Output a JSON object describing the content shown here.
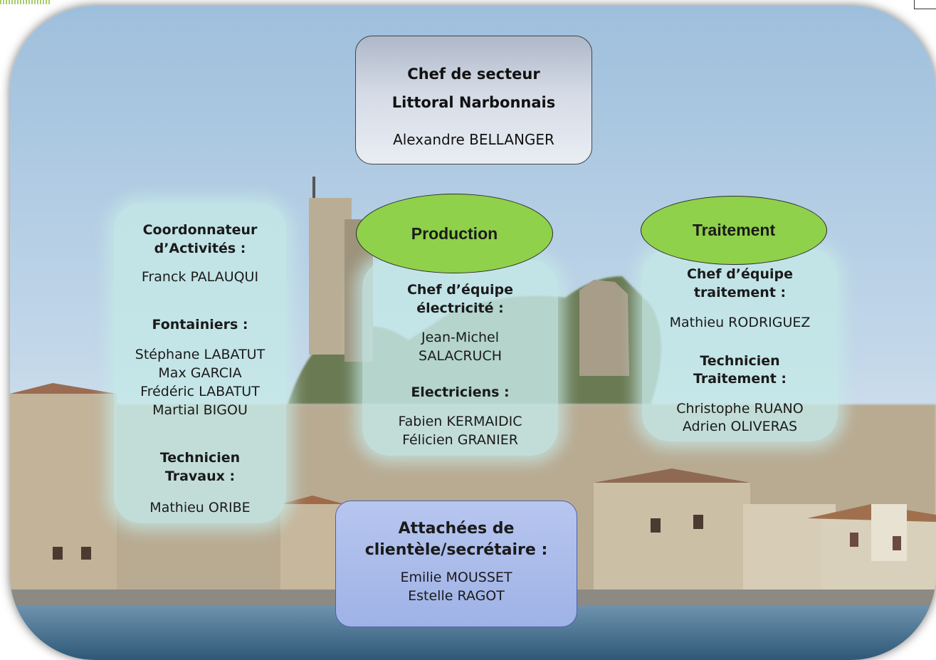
{
  "chef": {
    "line1": "Chef de secteur",
    "line2": "Littoral Narbonnais",
    "name": "Alexandre BELLANGER"
  },
  "left": {
    "coord_title_1": "Coordonnateur",
    "coord_title_2": "d’Activités :",
    "coord_name": "Franck PALAUQUI",
    "fontainiers_title": "Fontainiers :",
    "fontainiers": [
      "Stéphane LABATUT",
      "Max GARCIA",
      "Frédéric LABATUT",
      "Martial BIGOU"
    ],
    "tech_title_1": "Technicien",
    "tech_title_2": "Travaux :",
    "tech_name": "Mathieu ORIBE"
  },
  "production": {
    "label": "Production",
    "chef_title_1": "Chef d’équipe",
    "chef_title_2": "électricité :",
    "chef_name_1": "Jean-Michel",
    "chef_name_2": "SALACRUCH",
    "electriciens_title": "Electriciens :",
    "electriciens": [
      "Fabien KERMAIDIC",
      "Félicien GRANIER"
    ]
  },
  "traitement": {
    "label": "Traitement",
    "chef_title_1": "Chef d’équipe",
    "chef_title_2": "traitement :",
    "chef_name": "Mathieu RODRIGUEZ",
    "tech_title_1": "Technicien",
    "tech_title_2": "Traitement :",
    "techs": [
      "Christophe RUANO",
      "Adrien OLIVERAS"
    ]
  },
  "attachees": {
    "title_1": "Attachées de",
    "title_2": "clientèle/secrétaire :",
    "names": [
      "Emilie MOUSSET",
      "Estelle RAGOT"
    ]
  },
  "colors": {
    "ellipse_green": "#8fd14a",
    "glow_box": "#c5e8e7",
    "chef_box": "#c9d1de",
    "attach_box": "#a9bbea"
  }
}
